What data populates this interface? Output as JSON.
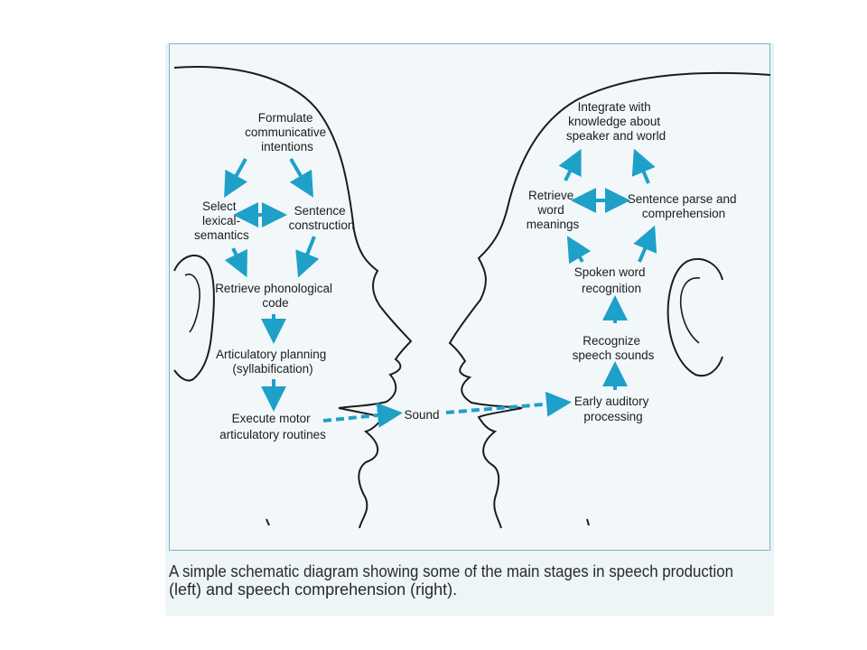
{
  "colors": {
    "arrow": "#1fa0c8",
    "outline": "#1c1c1c",
    "panel_border": "#7fb6c6"
  },
  "production": {
    "formulate": [
      "Formulate",
      "communicative",
      "intentions"
    ],
    "select": [
      "Select",
      "lexical-",
      "semantics"
    ],
    "sentence_construction": [
      "Sentence",
      "construction"
    ],
    "retrieve_phonological": [
      "Retrieve phonological",
      "code"
    ],
    "articulatory": [
      "Articulatory planning",
      "(syllabification)"
    ],
    "execute": [
      "Execute motor",
      "articulatory routines"
    ]
  },
  "sound": "Sound",
  "comprehension": {
    "integrate": [
      "Integrate with",
      "knowledge about",
      "speaker and world"
    ],
    "retrieve_word": [
      "Retrieve",
      "word",
      "meanings"
    ],
    "sentence_parse": [
      "Sentence parse and",
      "comprehension"
    ],
    "spoken_word": [
      "Spoken word",
      "recognition"
    ],
    "recognize": [
      "Recognize",
      "speech sounds"
    ],
    "early_auditory": [
      "Early auditory",
      "processing"
    ]
  },
  "caption": [
    "A simple schematic diagram showing some of the main stages in speech production",
    "(left) and speech comprehension (right)."
  ]
}
